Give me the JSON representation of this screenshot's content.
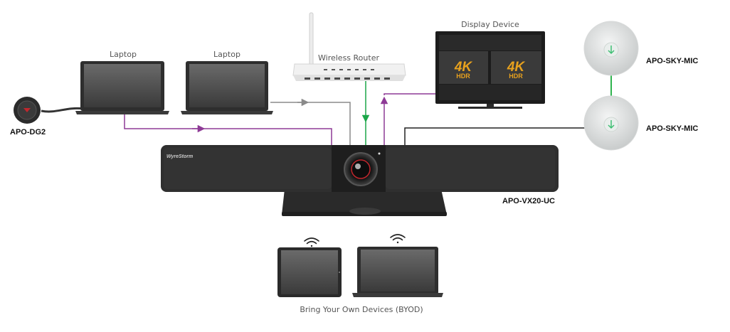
{
  "labels": {
    "laptop_left": "Laptop",
    "laptop_right": "Laptop",
    "router": "Wireless Router",
    "display": "Display Device",
    "dongle": "APO-DG2",
    "mic_top": "APO-SKY-MIC",
    "mic_bottom": "APO-SKY-MIC",
    "soundbar": "APO-VX20-UC",
    "byod": "Bring Your Own Devices (BYOD)"
  },
  "soundbar_brand": "WyreStorm",
  "screen_badges": [
    {
      "top": "4K",
      "bottom": "HDR"
    },
    {
      "top": "4K",
      "bottom": "HDR"
    }
  ],
  "icons": [
    "wifi-icon",
    "wifi-icon",
    "camera-lens-icon",
    "mic-button-icon"
  ],
  "colors": {
    "hdmi_line": "#8e3a96",
    "network_line": "#1aa648",
    "usb_line": "#8a8a8a",
    "mic_line": "#222222",
    "mic_link": "#2fb34e",
    "badge_gold": "#e7a11e"
  }
}
